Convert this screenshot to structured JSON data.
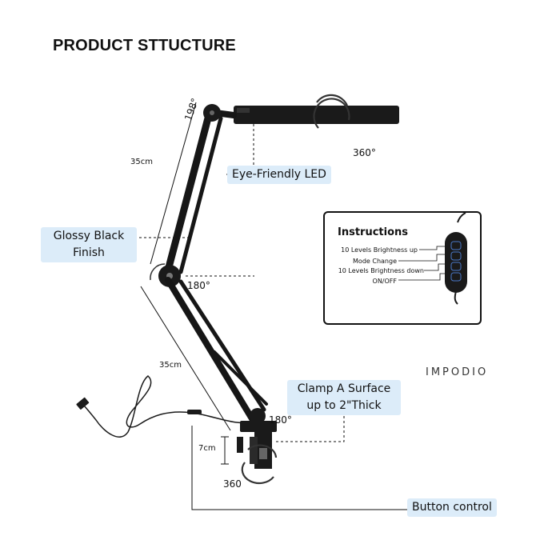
{
  "title": "PRODUCT STTUCTURE",
  "brand": "IMPODIO",
  "callouts": {
    "led": "Eye-Friendly LED",
    "finish_line1": "Glossy Black",
    "finish_line2": "Finish",
    "clamp_line1": "Clamp A Surface",
    "clamp_line2": "up to 2\"Thick",
    "button": "Button control"
  },
  "measurements": {
    "upper_arm": "35cm",
    "lower_arm": "35cm",
    "clamp_height": "7cm"
  },
  "rotations": {
    "head_tilt": "198",
    "head_spin": "360",
    "elbow": "180",
    "base_joint": "180",
    "base_spin": "360"
  },
  "instructions": {
    "heading": "Instructions",
    "items": [
      "10 Levels Brightness up",
      "Mode Change",
      "10 Levels Brightness down",
      "ON/OFF"
    ]
  }
}
